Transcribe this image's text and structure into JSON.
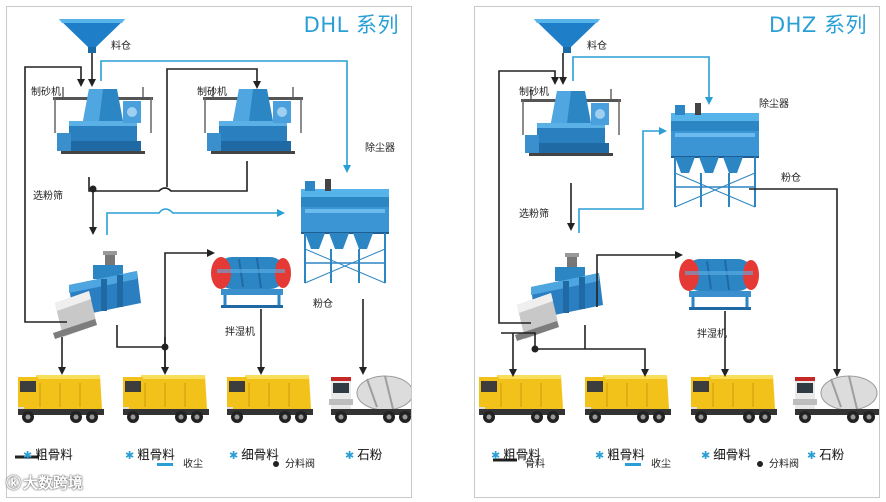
{
  "left": {
    "title": "DHL 系列",
    "labels": {
      "hopper": "料仓",
      "sand_maker_1": "制砂机",
      "sand_maker_2": "制砂机",
      "screen": "选粉筛",
      "dust_collector": "除尘器",
      "silo": "粉仓",
      "humidifier": "拌湿机"
    },
    "products": [
      "粗骨料",
      "粗骨料",
      "细骨料",
      "石粉"
    ],
    "legend": {
      "aggregate": "",
      "dust": "收尘",
      "valve": "分料阀"
    }
  },
  "right": {
    "title": "DHZ 系列",
    "labels": {
      "hopper": "料仓",
      "sand_maker": "制砂机",
      "dust_collector": "除尘器",
      "silo": "粉仓",
      "screen": "选粉筛",
      "humidifier": "拌湿机"
    },
    "products": [
      "粗骨料",
      "粗骨料",
      "细骨料",
      "石粉"
    ],
    "legend": {
      "aggregate": "骨料",
      "dust": "收尘",
      "valve": "分料阀"
    }
  },
  "watermark": "大数跨境",
  "colors": {
    "accent": "#2a9fd6",
    "machine": "#2d86c4",
    "truck": "#f2c21a",
    "line": "#222222",
    "dust_line": "#2a9fd6"
  },
  "icons": [
    "hopper-icon",
    "sand-maker-icon",
    "screen-icon",
    "dust-collector-icon",
    "silo-icon",
    "humidifier-icon",
    "dump-truck-icon",
    "mixer-truck-icon",
    "watermark-logo-icon"
  ]
}
